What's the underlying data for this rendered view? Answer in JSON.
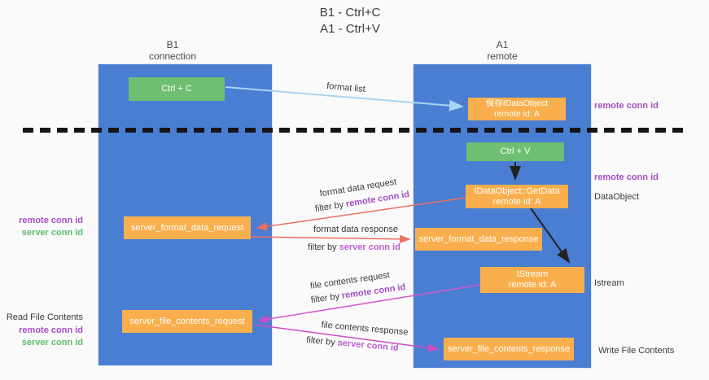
{
  "title": {
    "line1": "B1 - Ctrl+C",
    "line2": "A1 - Ctrl+V"
  },
  "lanes": {
    "left": {
      "name": "B1",
      "role": "connection"
    },
    "right": {
      "name": "A1",
      "role": "remote"
    }
  },
  "boxes": {
    "ctrl_c": {
      "label": "Ctrl + C"
    },
    "save_dataobject": {
      "line1": "保存IDataObject",
      "line2": "remote id: A"
    },
    "ctrl_v": {
      "label": "Ctrl + V"
    },
    "getdata": {
      "line1": "IDataObject::GetData",
      "line2": "remote id: A"
    },
    "format_request": {
      "label": "server_format_data_request"
    },
    "format_response": {
      "label": "server_format_data_response"
    },
    "istream": {
      "line1": "IStream",
      "line2": "remote id: A"
    },
    "file_request": {
      "label": "server_file_contents_request"
    },
    "file_response": {
      "label": "server_file_contents_response"
    }
  },
  "arrow_labels": {
    "format_list": "format list",
    "format_data_request": "format data request",
    "filter_remote_1": {
      "prefix": "filter by",
      "term": "remote conn id"
    },
    "format_data_response": "format data response",
    "filter_server_1": {
      "prefix": "filter by",
      "term": "server conn id"
    },
    "file_contents_request": "file contents request",
    "filter_remote_2": {
      "prefix": "filter by",
      "term": "remote conn id"
    },
    "file_contents_response": "file contents response",
    "filter_server_2": {
      "prefix": "filter by",
      "term": "server conn id"
    }
  },
  "side_labels": {
    "right_remote_1": "remote conn id",
    "right_remote_2": "remote conn id",
    "right_dataobject": "DataObject",
    "right_istream": "Istream",
    "right_write_file": "Write File Contents",
    "left_remote_1": "remote conn id",
    "left_server_1": "server conn id",
    "left_read_file": "Read File Contents",
    "left_remote_2": "remote conn id",
    "left_server_2": "server conn id"
  },
  "colors": {
    "lane_blue": "#4a7ed3",
    "box_orange": "#f9af4d",
    "box_green": "#6fbf72",
    "accent_purple": "#a44fc4",
    "accent_green": "#5cbd6a",
    "arrow_red": "#ee6f64",
    "arrow_magenta": "#cc4ec5",
    "arrow_lightblue": "#aad5f3",
    "arrow_black": "#222222"
  }
}
